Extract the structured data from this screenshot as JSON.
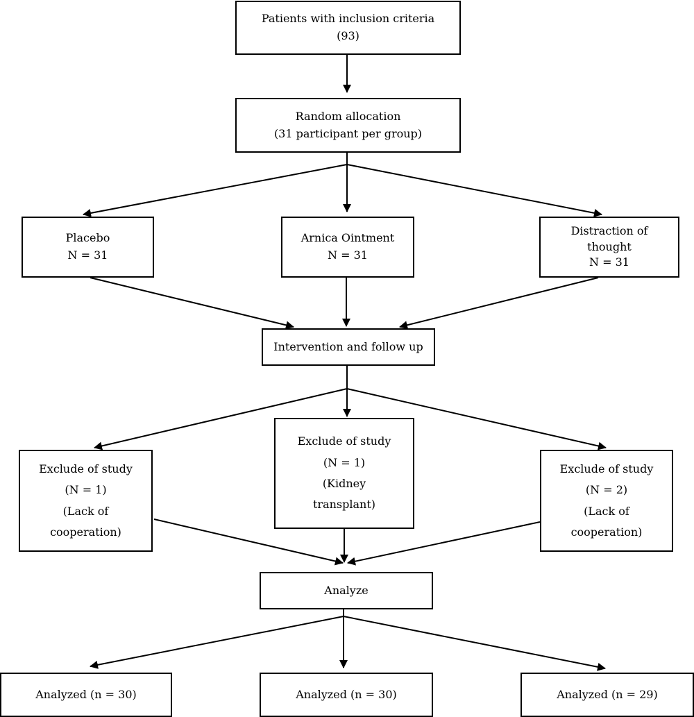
{
  "nodes": {
    "inclusion": {
      "lines": [
        "Patients with inclusion criteria",
        "(93)"
      ]
    },
    "allocation": {
      "lines": [
        "Random allocation",
        "(31 participant per group)"
      ]
    },
    "placebo": {
      "lines": [
        "Placebo",
        "N = 31"
      ]
    },
    "arnica": {
      "lines": [
        "Arnica Ointment",
        "N = 31"
      ]
    },
    "distraction": {
      "lines": [
        "Distraction of",
        "thought",
        "N = 31"
      ]
    },
    "intervention": {
      "lines": [
        "Intervention and follow up"
      ]
    },
    "exclude_left": {
      "lines": [
        "Exclude of study",
        "(N = 1)",
        "(Lack of",
        "cooperation)"
      ]
    },
    "exclude_mid": {
      "lines": [
        "Exclude of study",
        "(N = 1)",
        "(Kidney",
        "transplant)"
      ]
    },
    "exclude_right": {
      "lines": [
        "Exclude of study",
        "(N = 2)",
        "(Lack of",
        "cooperation)"
      ]
    },
    "analyze": {
      "lines": [
        "Analyze"
      ]
    },
    "analyzed_left": {
      "lines": [
        "Analyzed (n = 30)"
      ]
    },
    "analyzed_mid": {
      "lines": [
        "Analyzed (n = 30)"
      ]
    },
    "analyzed_right": {
      "lines": [
        "Analyzed (n = 29)"
      ]
    }
  },
  "edges": [
    {
      "from": "inclusion",
      "to": "allocation"
    },
    {
      "from": "allocation",
      "to": "placebo"
    },
    {
      "from": "allocation",
      "to": "arnica"
    },
    {
      "from": "allocation",
      "to": "distraction"
    },
    {
      "from": "placebo",
      "to": "intervention"
    },
    {
      "from": "arnica",
      "to": "intervention"
    },
    {
      "from": "distraction",
      "to": "intervention"
    },
    {
      "from": "intervention",
      "to": "exclude_left"
    },
    {
      "from": "intervention",
      "to": "exclude_mid"
    },
    {
      "from": "intervention",
      "to": "exclude_right"
    },
    {
      "from": "exclude_left",
      "to": "analyze"
    },
    {
      "from": "exclude_mid",
      "to": "analyze"
    },
    {
      "from": "exclude_right",
      "to": "analyze"
    },
    {
      "from": "analyze",
      "to": "analyzed_left"
    },
    {
      "from": "analyze",
      "to": "analyzed_mid"
    },
    {
      "from": "analyze",
      "to": "analyzed_right"
    }
  ]
}
